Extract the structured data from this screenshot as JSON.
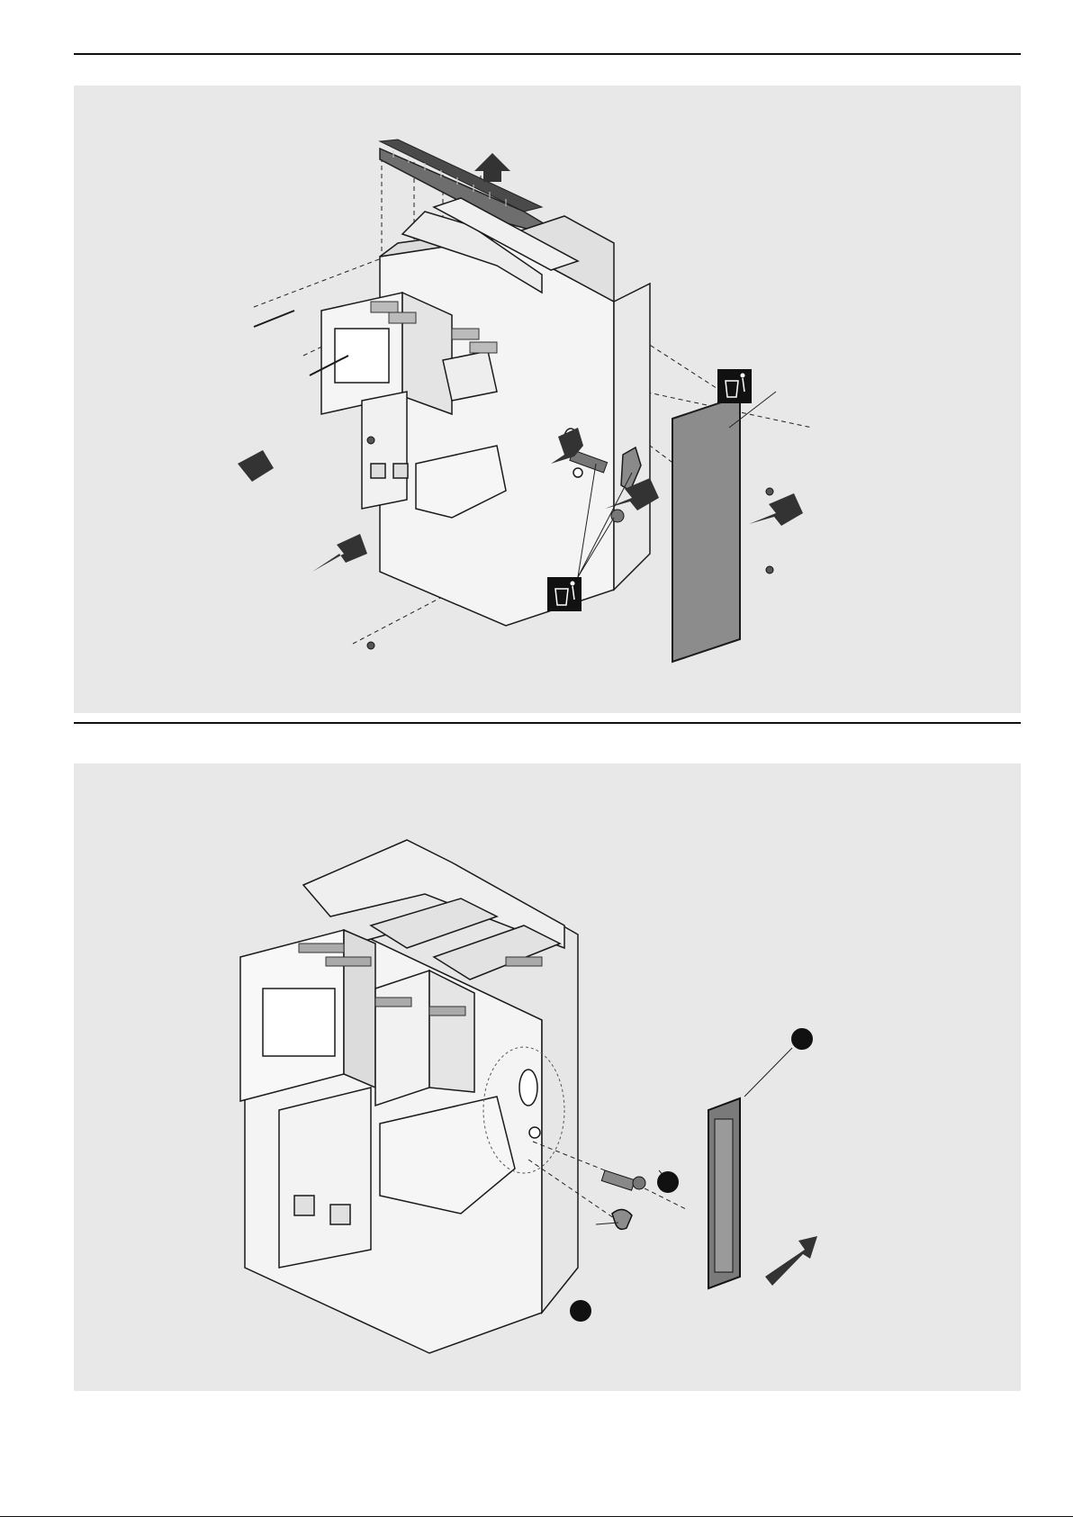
{
  "panels": [
    {
      "id": "removal",
      "description_icons": [
        "up-arrow-icon",
        "arrow-icon",
        "trash-bin-icon"
      ],
      "trash_icons": 2
    },
    {
      "id": "install",
      "callouts": [
        "",
        "",
        ""
      ]
    }
  ],
  "colors": {
    "panel_background": "#e8e8e8",
    "part_dark": "#555555",
    "part_mid": "#8c8c8c",
    "line": "#1a1a1a"
  }
}
